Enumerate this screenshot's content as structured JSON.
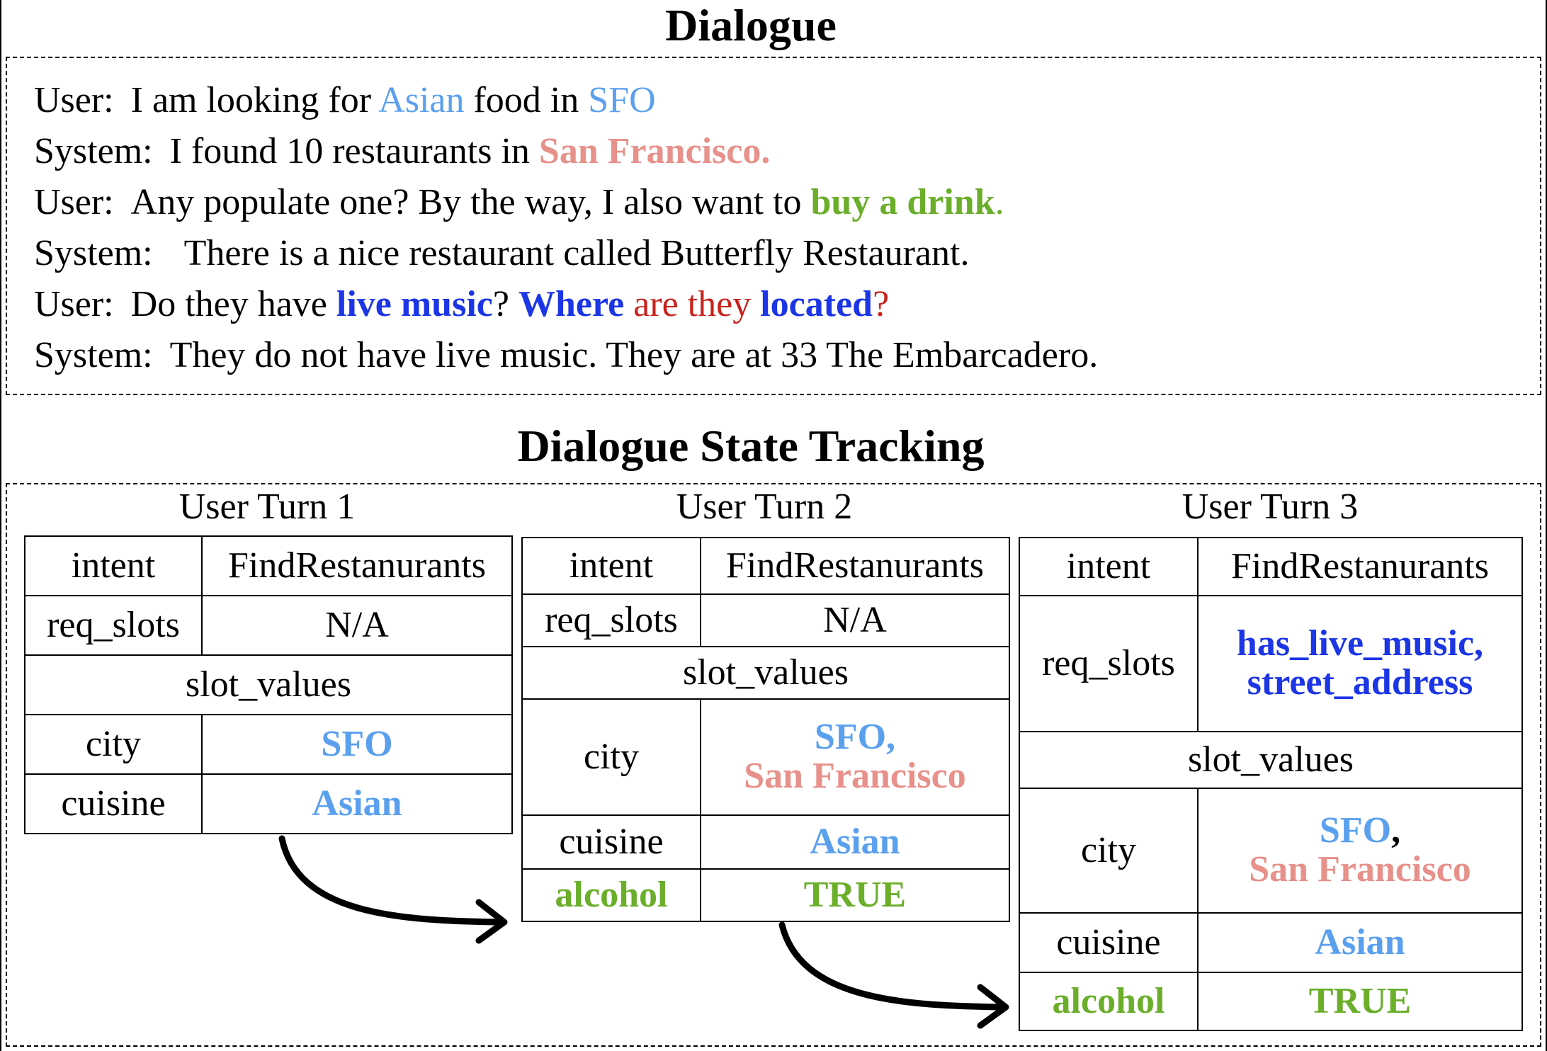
{
  "dialogue": {
    "title": "Dialogue",
    "turns": [
      {
        "speaker": "User:",
        "segments": [
          {
            "text": "I am looking for "
          },
          {
            "text": "Asian",
            "color": "#5aa0ee",
            "bold": false
          },
          {
            "text": " food in "
          },
          {
            "text": "SFO",
            "color": "#5aa0ee",
            "bold": false
          }
        ]
      },
      {
        "speaker": "System:",
        "segments": [
          {
            "text": "I found 10 restaurants in "
          },
          {
            "text": "San Francisco.",
            "color": "#e8908a",
            "bold": true
          }
        ]
      },
      {
        "speaker": "User:",
        "segments": [
          {
            "text": "Any populate one?  By the way, I also want to "
          },
          {
            "text": "buy a drink",
            "color": "#6aae2a",
            "bold": true
          },
          {
            "text": ".",
            "color": "#6aae2a"
          }
        ]
      },
      {
        "speaker": "System:",
        "segments": [
          {
            "text": "There is a nice restaurant called Butterfly Restaurant."
          }
        ]
      },
      {
        "speaker": "User:",
        "segments": [
          {
            "text": "Do they have "
          },
          {
            "text": "live music",
            "color": "#1c36e6",
            "bold": true
          },
          {
            "text": "?  "
          },
          {
            "text": "Where",
            "color": "#1c36e6",
            "bold": true
          },
          {
            "text": " are they ",
            "color": "#c8221c"
          },
          {
            "text": "located",
            "color": "#1c36e6",
            "bold": true
          },
          {
            "text": "?",
            "color": "#c8221c"
          }
        ]
      },
      {
        "speaker": "System:",
        "segments": [
          {
            "text": "They do not have live music. They are at 33 The Embarcadero."
          }
        ]
      }
    ]
  },
  "tracking": {
    "title": "Dialogue State Tracking",
    "turn_labels": [
      "User Turn 1",
      "User Turn 2",
      "User Turn 3"
    ],
    "keys": {
      "intent": "intent",
      "req_slots": "req_slots",
      "slot_values": "slot_values",
      "city": "city",
      "cuisine": "cuisine",
      "alcohol": "alcohol"
    },
    "intent_value": "FindRestanurants",
    "na": "N/A",
    "req_slot_values": [
      "has_live_music,",
      "street_address"
    ],
    "sfo": "SFO",
    "sfo_comma": "SFO,",
    "comma": ",",
    "san_francisco": "San Francisco",
    "asian": "Asian",
    "true_value": "TRUE"
  },
  "colors": {
    "light_blue": "#5aa0ee",
    "salmon": "#e8908a",
    "green": "#6aae2a",
    "blue": "#1c36e6",
    "red": "#c8221c"
  }
}
